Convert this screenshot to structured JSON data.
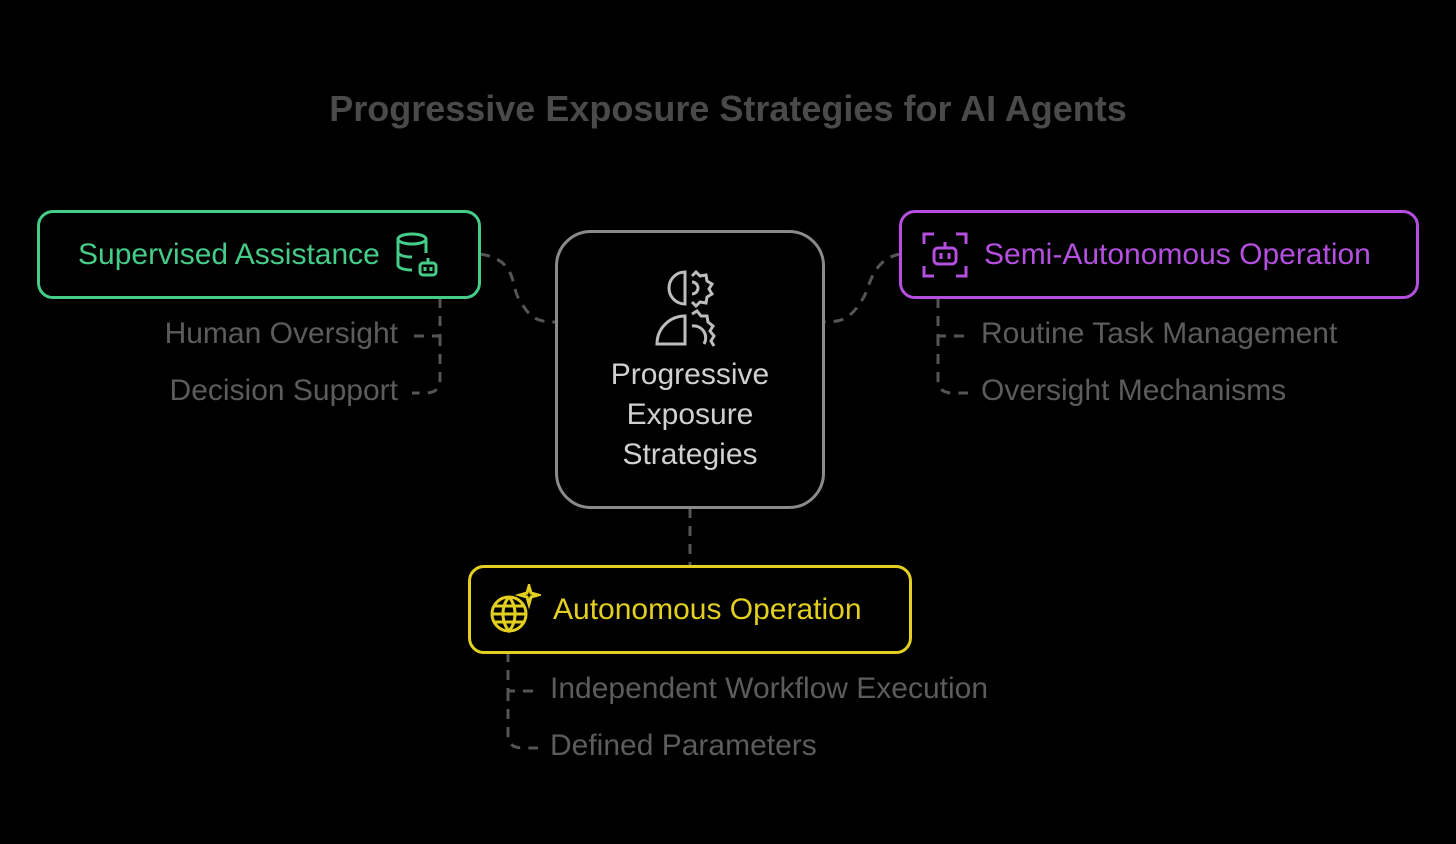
{
  "title": "Progressive Exposure Strategies for AI Agents",
  "colors": {
    "green": "#44cc88",
    "purple": "#b44fdf",
    "yellow": "#e2cf1f",
    "center": "#8a8a8a",
    "muted": "#5c5c5c"
  },
  "center": {
    "lines": [
      "Progressive",
      "Exposure",
      "Strategies"
    ],
    "icon": "person-gear-icon"
  },
  "branches": [
    {
      "label": "Supervised Assistance",
      "icon": "database-bot-icon",
      "items": [
        "Human Oversight",
        "Decision Support"
      ]
    },
    {
      "label": "Semi-Autonomous Operation",
      "icon": "bot-scan-icon",
      "items": [
        "Routine Task Management",
        "Oversight Mechanisms"
      ]
    },
    {
      "label": "Autonomous Operation",
      "icon": "globe-sparkle-icon",
      "items": [
        "Independent Workflow Execution",
        "Defined Parameters"
      ]
    }
  ]
}
